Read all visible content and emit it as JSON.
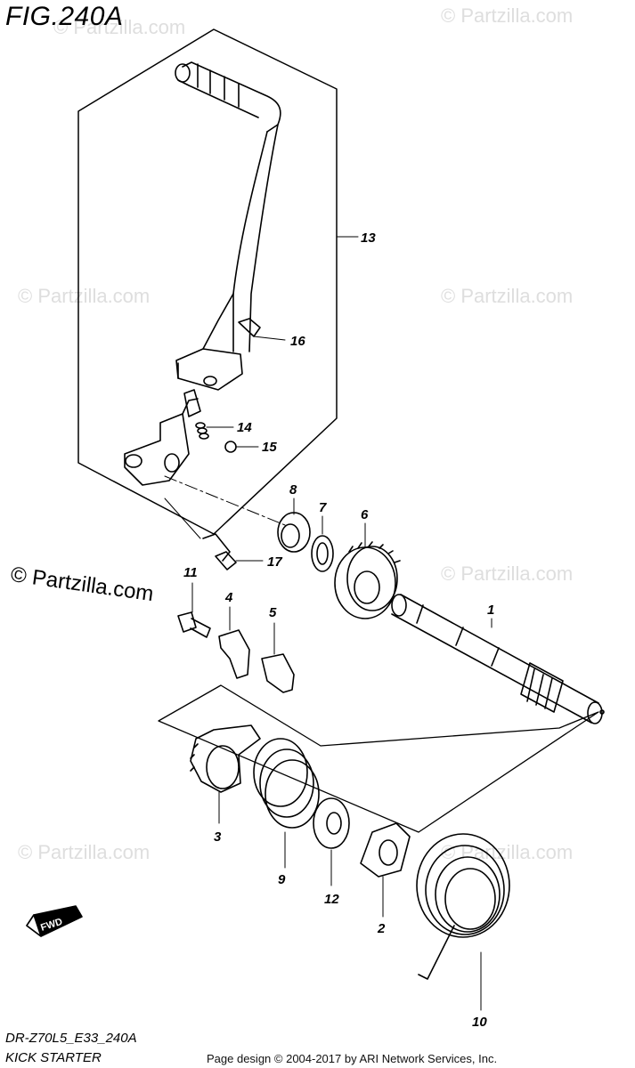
{
  "figure": {
    "title": "FIG.240A",
    "model_code": "DR-Z70L5_E33_240A",
    "section_name": "KICK STARTER",
    "copyright": "Page design © 2004-2017 by ARI Network Services, Inc.",
    "watermark_main": "© Partzilla.com",
    "watermark_faint": "© Partzilla.com",
    "fwd_label": "FWD"
  },
  "callouts": [
    {
      "id": "c1",
      "label": "1"
    },
    {
      "id": "c2",
      "label": "2"
    },
    {
      "id": "c3",
      "label": "3"
    },
    {
      "id": "c4",
      "label": "4"
    },
    {
      "id": "c5",
      "label": "5"
    },
    {
      "id": "c6",
      "label": "6"
    },
    {
      "id": "c7",
      "label": "7"
    },
    {
      "id": "c8",
      "label": "8"
    },
    {
      "id": "c9",
      "label": "9"
    },
    {
      "id": "c10",
      "label": "10"
    },
    {
      "id": "c11",
      "label": "11"
    },
    {
      "id": "c12",
      "label": "12"
    },
    {
      "id": "c13",
      "label": "13"
    },
    {
      "id": "c14",
      "label": "14"
    },
    {
      "id": "c15",
      "label": "15"
    },
    {
      "id": "c16",
      "label": "16"
    },
    {
      "id": "c17",
      "label": "17"
    }
  ]
}
